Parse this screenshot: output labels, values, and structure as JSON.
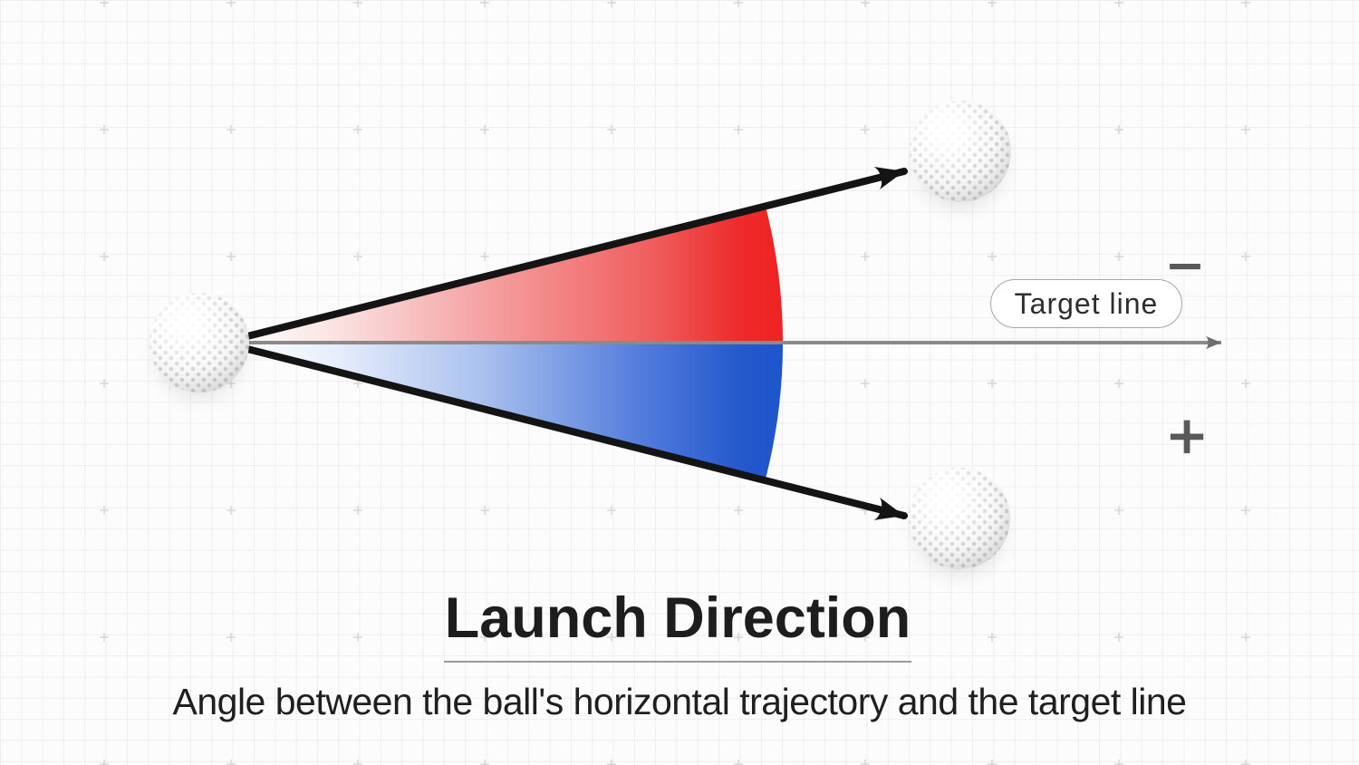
{
  "caption": {
    "title": "Launch Direction",
    "subtitle": "Angle between the ball's horizontal trajectory and the target line"
  },
  "target_line": {
    "label": "Target line"
  },
  "annotations": {
    "negative_symbol": "−",
    "positive_symbol": "+"
  },
  "icons": {
    "golf_ball_start": "golf-ball",
    "golf_ball_upper": "golf-ball",
    "golf_ball_lower": "golf-ball",
    "upper_trajectory": "arrow-up-right",
    "lower_trajectory": "arrow-down-right",
    "target_line_arrow": "arrow-right"
  },
  "colors": {
    "negative_sector_red": "#ee2222",
    "positive_sector_blue": "#1d55cb",
    "trajectory_black": "#141414",
    "target_line_gray": "#8a8a8a",
    "sign_gray": "#595959"
  }
}
